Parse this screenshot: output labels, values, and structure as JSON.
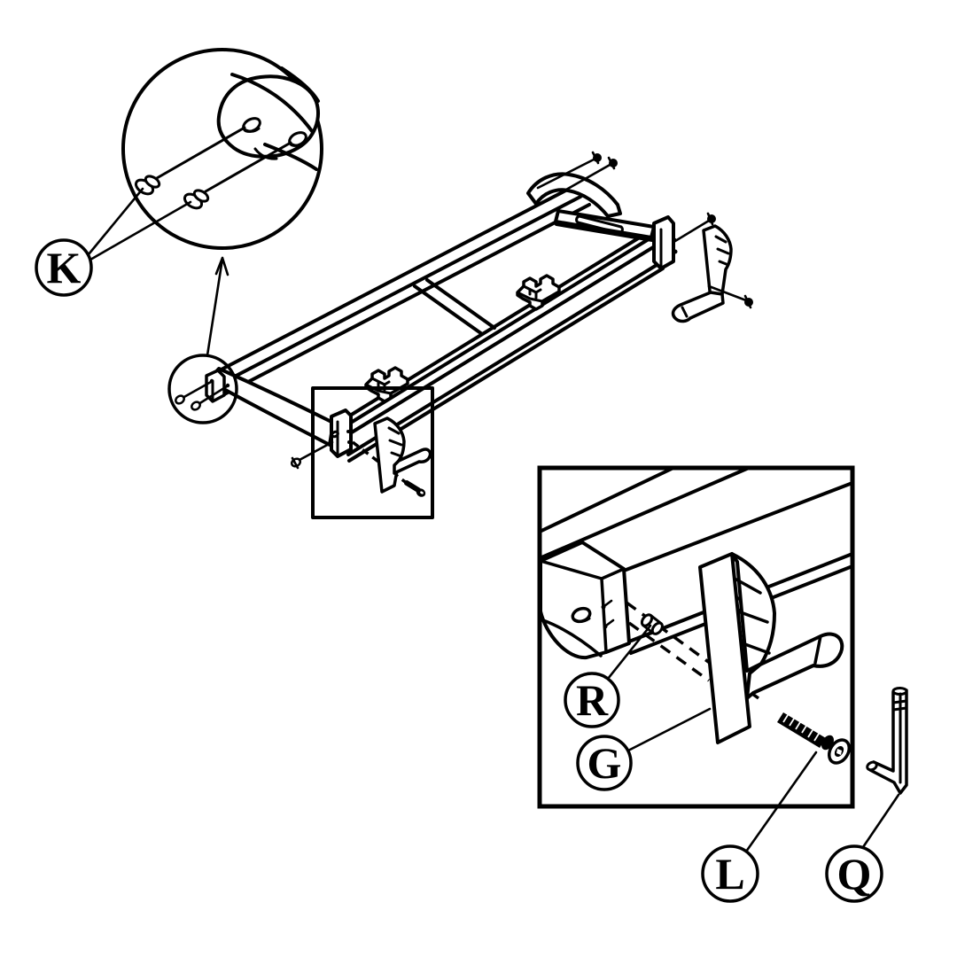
{
  "figure": {
    "type": "exploded-assembly-diagram",
    "colors": {
      "background": "#ffffff",
      "line": "#000000"
    },
    "callouts": {
      "K": "K",
      "R": "R",
      "G": "G",
      "L": "L",
      "Q": "Q"
    }
  }
}
